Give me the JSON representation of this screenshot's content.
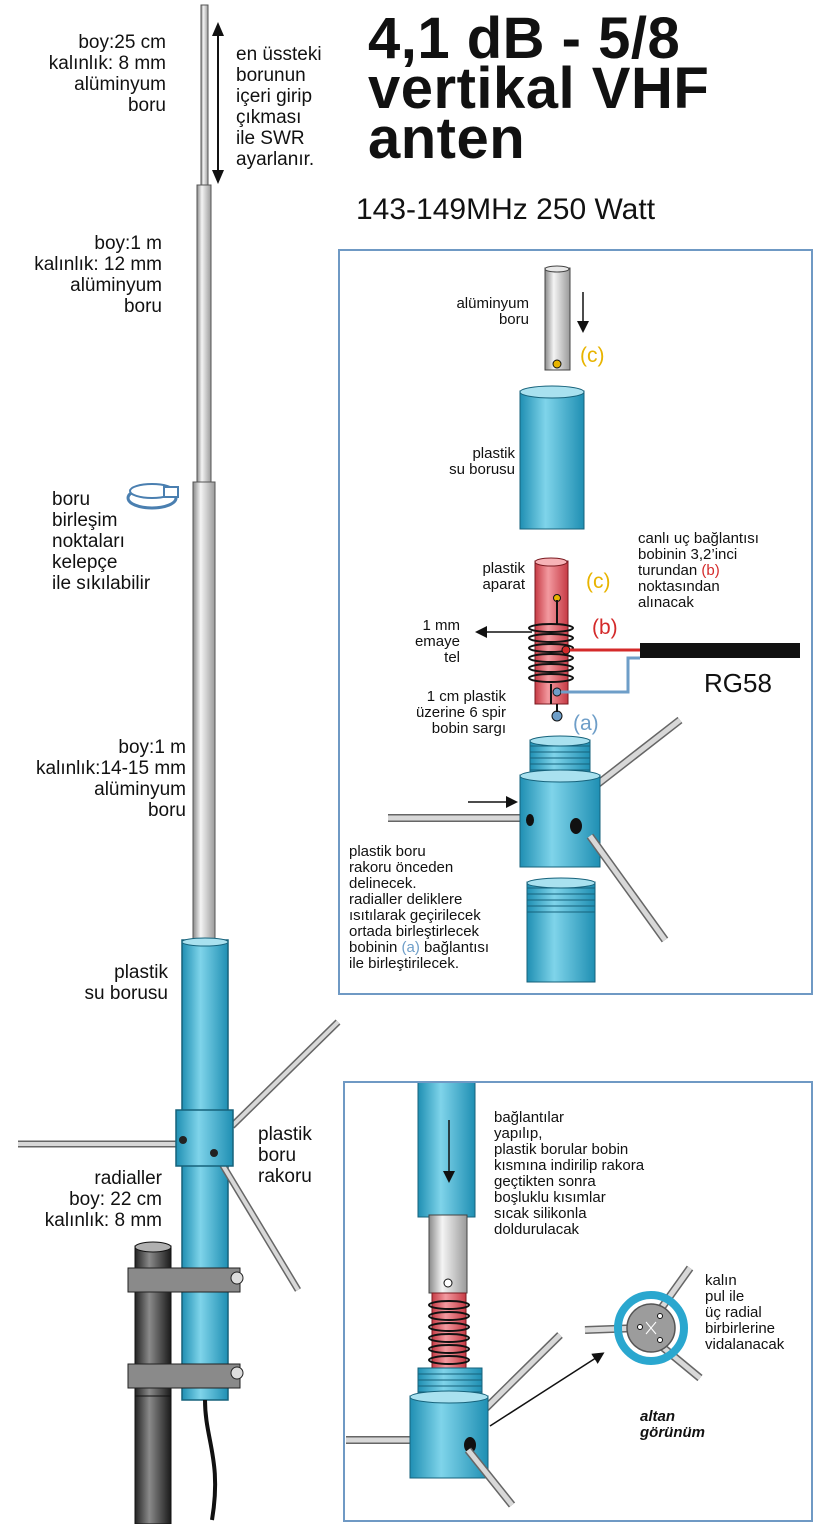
{
  "title": "4,1 dB - 5/8\nvertikal VHF\nanten",
  "subtitle": "143-149MHz  250 Watt",
  "labels": {
    "tube1": "boy:25 cm\nkalınlık: 8 mm\nalüminyum\nboru",
    "swr_note": "en üssteki\nborunun\niçeri girip\nçıkması\nile SWR\nayarlanır.",
    "tube2": "boy:1 m\nkalınlık: 12 mm\nalüminyum\nboru",
    "clamp_note": "boru\nbirleşim\nnoktaları\nkelepçe\nile sıkılabilir",
    "tube3": "boy:1 m\nkalınlık:14-15 mm\nalüminyum\nboru",
    "pvc_pipe": "plastik\nsu borusu",
    "fitting": "plastik\nboru\nrakoru",
    "radials": "radialler\nboy: 22 cm\nkalınlık: 8 mm"
  },
  "panel1": {
    "alu_tube": "alüminyum\nboru",
    "point_c": "(c)",
    "pvc_pipe": "plastik\nsu borusu",
    "apparatus": "plastik\naparat",
    "point_c2": "(c)",
    "point_b": "(b)",
    "point_a": "(a)",
    "hot_lead_1": "canlı uç bağlantısı\nbobinin 3,2’inci\nturundan",
    "hot_lead_b": " (b)",
    "hot_lead_2": "noktasından\nalınacak",
    "wire": "1 mm\nemaye\ntel",
    "coil": "1 cm plastik\nüzerine 6 spir\nbobin sargı",
    "cable": "RG58",
    "fitting_note_1": "plastik boru\nrakoru önceden\ndelinecek.\nradialler deliklere\nısıtılarak geçirilecek\nortada birleştirlecek\nbobinin",
    "fitting_note_a": " (a)",
    "fitting_note_2": " bağlantısı\nile birleştirilecek."
  },
  "panel2": {
    "assembly_note": "bağlantılar\nyapılıp,\nplastik borular bobin\nkısmına indirilip rakora\ngeçtikten sonra\nboşluklu kısımlar\nsıcak silikonla\ndoldurulacak",
    "washer_note": "kalın\npul ile\nüç radial\nbirbirlerine\nvidalanacak",
    "bottom_view": "altan\ngörünüm"
  },
  "colors": {
    "pvc": "#3fb3d3",
    "aluminium": "#c8c8c8",
    "apparatus": "#e0555c",
    "label_red": "#d42a2a",
    "label_yellow": "#e8b400",
    "label_blue": "#6e9ec8",
    "frame": "#6f99c4"
  }
}
